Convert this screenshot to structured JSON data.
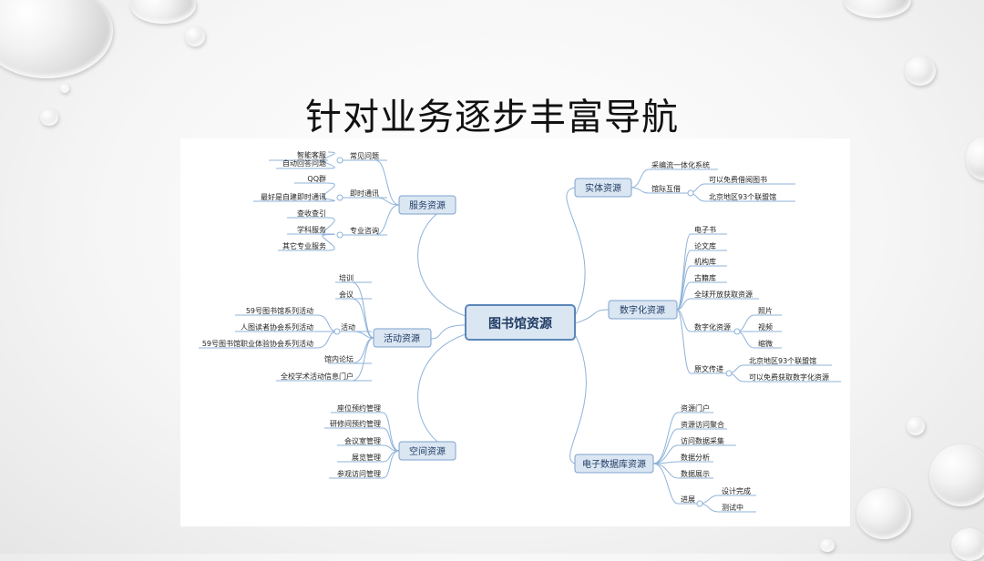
{
  "slide": {
    "title": "针对业务逐步丰富导航"
  },
  "mindmap": {
    "center": "图书馆资源",
    "branches": {
      "service": {
        "label": "服务资源",
        "faq": {
          "label": "常见问题",
          "items": [
            "智能客服",
            "自动回答问题"
          ]
        },
        "im": {
          "label": "即时通讯",
          "items": [
            "QQ群",
            "最好是自建即时通讯"
          ]
        },
        "consult": {
          "label": "专业咨询",
          "items": [
            "查收查引",
            "学科服务",
            "其它专业服务"
          ]
        }
      },
      "activity": {
        "label": "活动资源",
        "training": "培训",
        "meeting": "会议",
        "events": {
          "label": "活动",
          "items": [
            "59号图书馆系列活动",
            "人图读者协会系列活动",
            "59号图书馆职业体验协会系列活动"
          ]
        },
        "forum": "馆内论坛",
        "portal": "全校学术活动信息门户"
      },
      "space": {
        "label": "空间资源",
        "items": [
          "座位预约管理",
          "研修间预约管理",
          "会议室管理",
          "展览管理",
          "参观访问管理"
        ]
      },
      "physical": {
        "label": "实体资源",
        "system": "采编流一体化系统",
        "loan": {
          "label": "馆际互借",
          "items": [
            "可以免费借阅图书",
            "北京地区93个联盟馆"
          ]
        }
      },
      "digital": {
        "label": "数字化资源",
        "items": [
          "电子书",
          "论文库",
          "机构库",
          "古籍库",
          "全球开放获取资源"
        ],
        "digitize": {
          "label": "数字化资源",
          "items": [
            "照片",
            "视频",
            "缩微"
          ]
        },
        "delivery": {
          "label": "原文传递",
          "items": [
            "北京地区93个联盟馆",
            "可以免费获取数字化资源"
          ]
        }
      },
      "database": {
        "label": "电子数据库资源",
        "items": [
          "资源门户",
          "资源访问聚合",
          "访问数据采集",
          "数据分析",
          "数据展示"
        ],
        "progress": {
          "label": "进展",
          "items": [
            "设计完成",
            "测试中"
          ]
        }
      }
    }
  }
}
